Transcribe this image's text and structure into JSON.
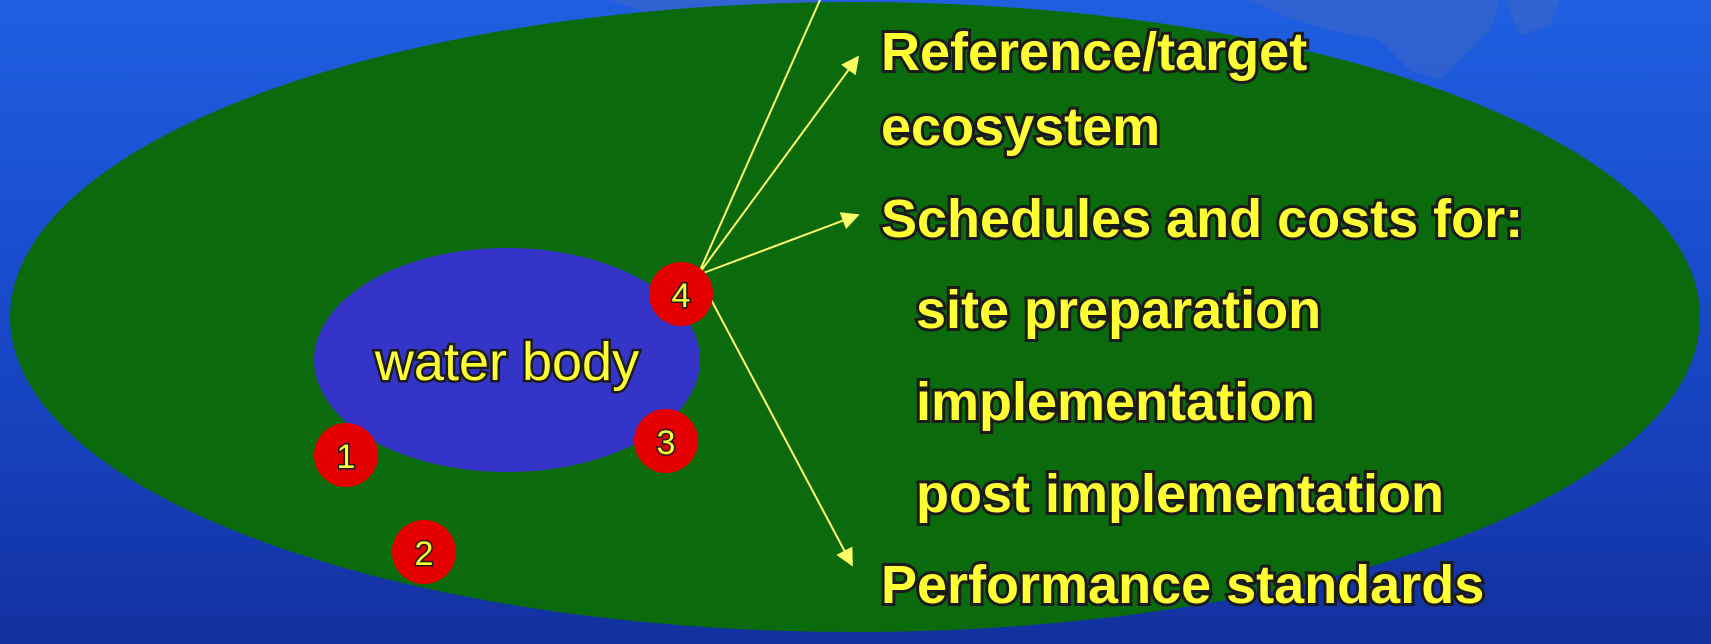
{
  "colors": {
    "background_top": "#1f5fe0",
    "background_bottom": "#13309f",
    "landscape": "#0b6a0b",
    "water": "#3434c8",
    "site_marker": "#e40000",
    "arrow": "#ffff66",
    "text": "#ffff33",
    "text_shadow": "#1b1b1b"
  },
  "diagram": {
    "water_body_label": "water body",
    "sites": [
      {
        "label": "1"
      },
      {
        "label": "2"
      },
      {
        "label": "3"
      },
      {
        "label": "4"
      }
    ],
    "items": [
      {
        "text": "Reference/target"
      },
      {
        "text": "ecosystem"
      },
      {
        "text": "Schedules and costs for:"
      },
      {
        "text": "site preparation"
      },
      {
        "text": "implementation"
      },
      {
        "text": "post implementation"
      },
      {
        "text": "Performance standards"
      }
    ]
  }
}
